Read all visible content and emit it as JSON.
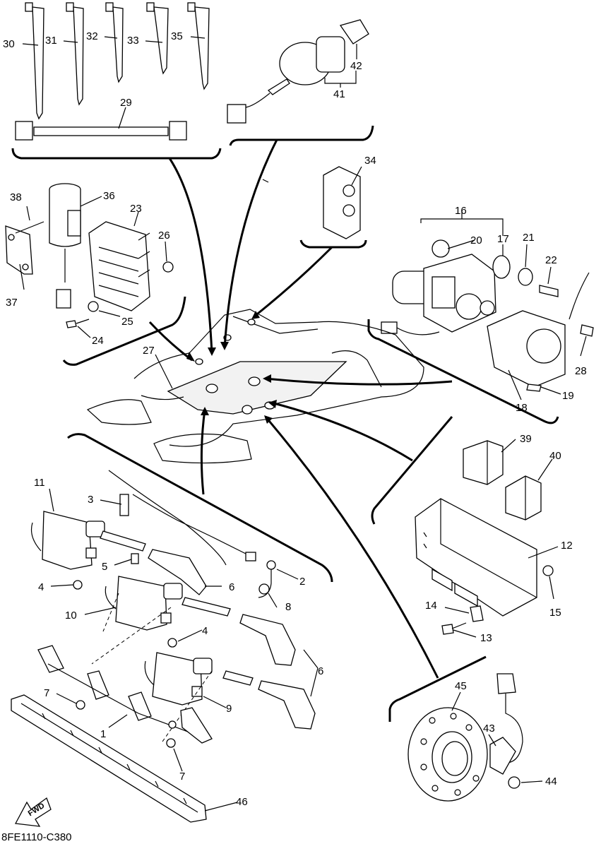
{
  "diagram": {
    "code": "8FE1110-C380",
    "fwd_label": "FWD",
    "part_labels": {
      "p1": "1",
      "p2": "2",
      "p3": "3",
      "p4a": "4",
      "p4b": "4",
      "p5": "5",
      "p6a": "6",
      "p6b": "6",
      "p7a": "7",
      "p7b": "7",
      "p8": "8",
      "p9": "9",
      "p10": "10",
      "p11": "11",
      "p12": "12",
      "p13": "13",
      "p14": "14",
      "p15": "15",
      "p16": "16",
      "p17": "17",
      "p18": "18",
      "p19": "19",
      "p20": "20",
      "p21": "21",
      "p22": "22",
      "p23": "23",
      "p24": "24",
      "p25": "25",
      "p26": "26",
      "p27": "27",
      "p28": "28",
      "p29": "29",
      "p30": "30",
      "p31": "31",
      "p32": "32",
      "p33": "33",
      "p34": "34",
      "p35": "35",
      "p36": "36",
      "p37": "37",
      "p38": "38",
      "p39": "39",
      "p40": "40",
      "p41": "41",
      "p42": "42",
      "p43": "43",
      "p44": "44",
      "p45": "45",
      "p46": "46"
    }
  }
}
